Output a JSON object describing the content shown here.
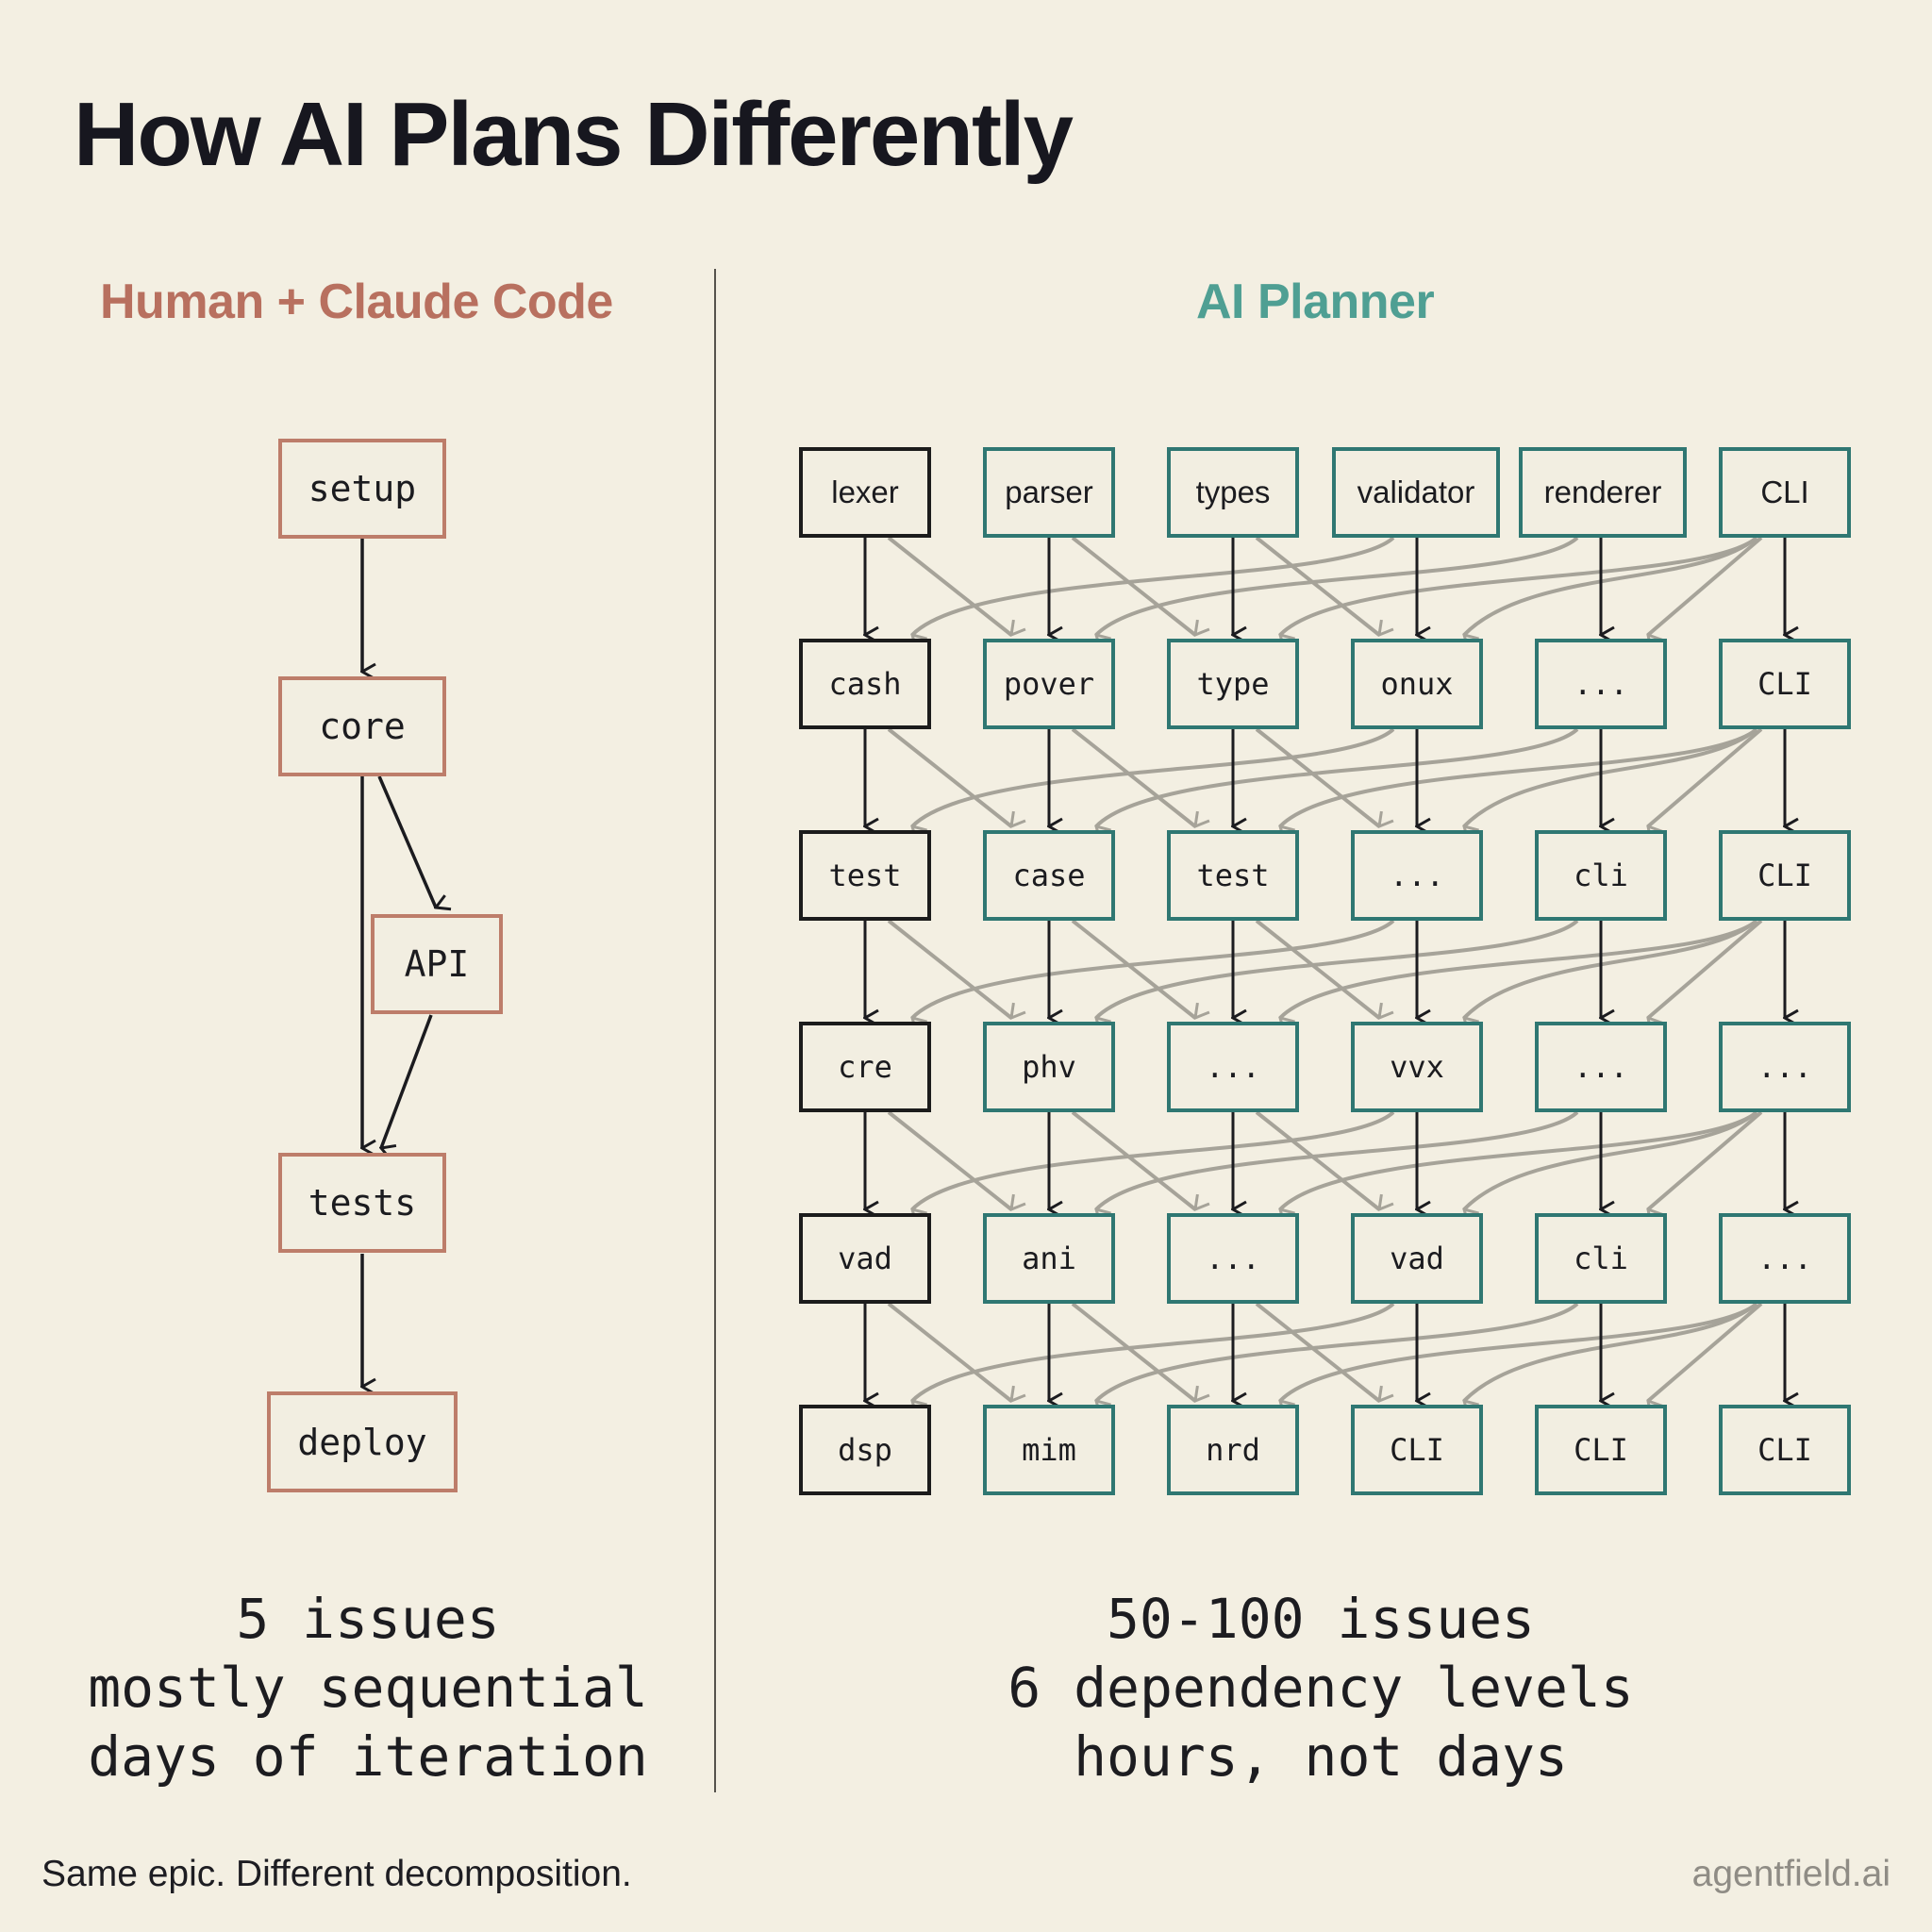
{
  "title": "How AI Plans Differently",
  "colors": {
    "background": "#f3efe2",
    "human_accent": "#b8705f",
    "ai_accent": "#4f9f93",
    "ai_box_border": "#2f7772",
    "cross_edge": "#a29f96",
    "primary_edge": "#1b1b1f"
  },
  "left": {
    "heading": "Human + Claude Code",
    "nodes": [
      {
        "id": "setup",
        "label": "setup"
      },
      {
        "id": "core",
        "label": "core"
      },
      {
        "id": "api",
        "label": "API"
      },
      {
        "id": "tests",
        "label": "tests"
      },
      {
        "id": "deploy",
        "label": "deploy"
      }
    ],
    "edges": [
      [
        "setup",
        "core"
      ],
      [
        "core",
        "api"
      ],
      [
        "core",
        "tests"
      ],
      [
        "api",
        "tests"
      ],
      [
        "tests",
        "deploy"
      ]
    ],
    "stats": [
      "5 issues",
      "mostly sequential",
      "days of iteration"
    ]
  },
  "right": {
    "heading": "AI Planner",
    "grid": [
      [
        "lexer",
        "parser",
        "types",
        "validator",
        "renderer",
        "CLI"
      ],
      [
        "cash",
        "pover",
        "type",
        "onux",
        "...",
        "CLI"
      ],
      [
        "test",
        "case",
        "test",
        "...",
        "cli",
        "CLI"
      ],
      [
        "cre",
        "phv",
        "...",
        "vvx",
        "...",
        "..."
      ],
      [
        "vad",
        "ani",
        "...",
        "vad",
        "cli",
        "..."
      ],
      [
        "dsp",
        "mim",
        "nrd",
        "CLI",
        "CLI",
        "CLI"
      ]
    ],
    "stats": [
      "50-100 issues",
      "6 dependency levels",
      "hours, not days"
    ]
  },
  "footer": {
    "tagline": "Same epic. Different decomposition.",
    "brand": "agentfield.ai"
  }
}
